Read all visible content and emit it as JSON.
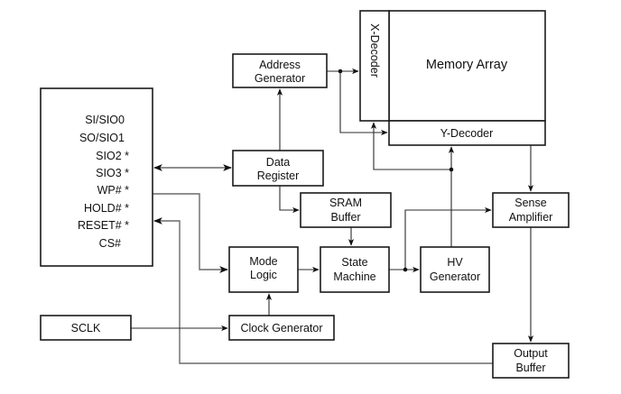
{
  "diagram": {
    "pins": [
      "SI/SIO0",
      "SO/SIO1",
      "SIO2 *",
      "SIO3 *",
      "WP# *",
      "HOLD# *",
      "RESET# *",
      "CS#"
    ],
    "blocks": {
      "address_generator": [
        "Address",
        "Generator"
      ],
      "x_decoder": "X-Decoder",
      "memory_array": "Memory Array",
      "y_decoder": "Y-Decoder",
      "data_register": [
        "Data",
        "Register"
      ],
      "sram_buffer": [
        "SRAM",
        "Buffer"
      ],
      "mode_logic": [
        "Mode",
        "Logic"
      ],
      "state_machine": [
        "State",
        "Machine"
      ],
      "hv_generator": [
        "HV",
        "Generator"
      ],
      "sense_amplifier": [
        "Sense",
        "Amplifier"
      ],
      "sclk": "SCLK",
      "clock_generator": "Clock Generator",
      "output_buffer": [
        "Output",
        "Buffer"
      ]
    },
    "connections": [
      {
        "from": "pins",
        "to": "data_register",
        "bidirectional": true
      },
      {
        "from": "data_register",
        "to": "address_generator"
      },
      {
        "from": "address_generator",
        "to": "x_decoder"
      },
      {
        "from": "address_generator",
        "to": "y_decoder"
      },
      {
        "from": "data_register",
        "to": "sram_buffer"
      },
      {
        "from": "sram_buffer",
        "to": "state_machine"
      },
      {
        "from": "pins",
        "to": "mode_logic"
      },
      {
        "from": "mode_logic",
        "to": "state_machine"
      },
      {
        "from": "clock_generator",
        "to": "mode_logic"
      },
      {
        "from": "sclk",
        "to": "clock_generator"
      },
      {
        "from": "state_machine",
        "to": "hv_generator"
      },
      {
        "from": "state_machine",
        "to": "sense_amplifier"
      },
      {
        "from": "hv_generator",
        "to": "y_decoder"
      },
      {
        "from": "hv_generator",
        "to": "x_decoder"
      },
      {
        "from": "y_decoder",
        "to": "sense_amplifier"
      },
      {
        "from": "sense_amplifier",
        "to": "output_buffer"
      },
      {
        "from": "output_buffer",
        "to": "pins"
      }
    ]
  }
}
